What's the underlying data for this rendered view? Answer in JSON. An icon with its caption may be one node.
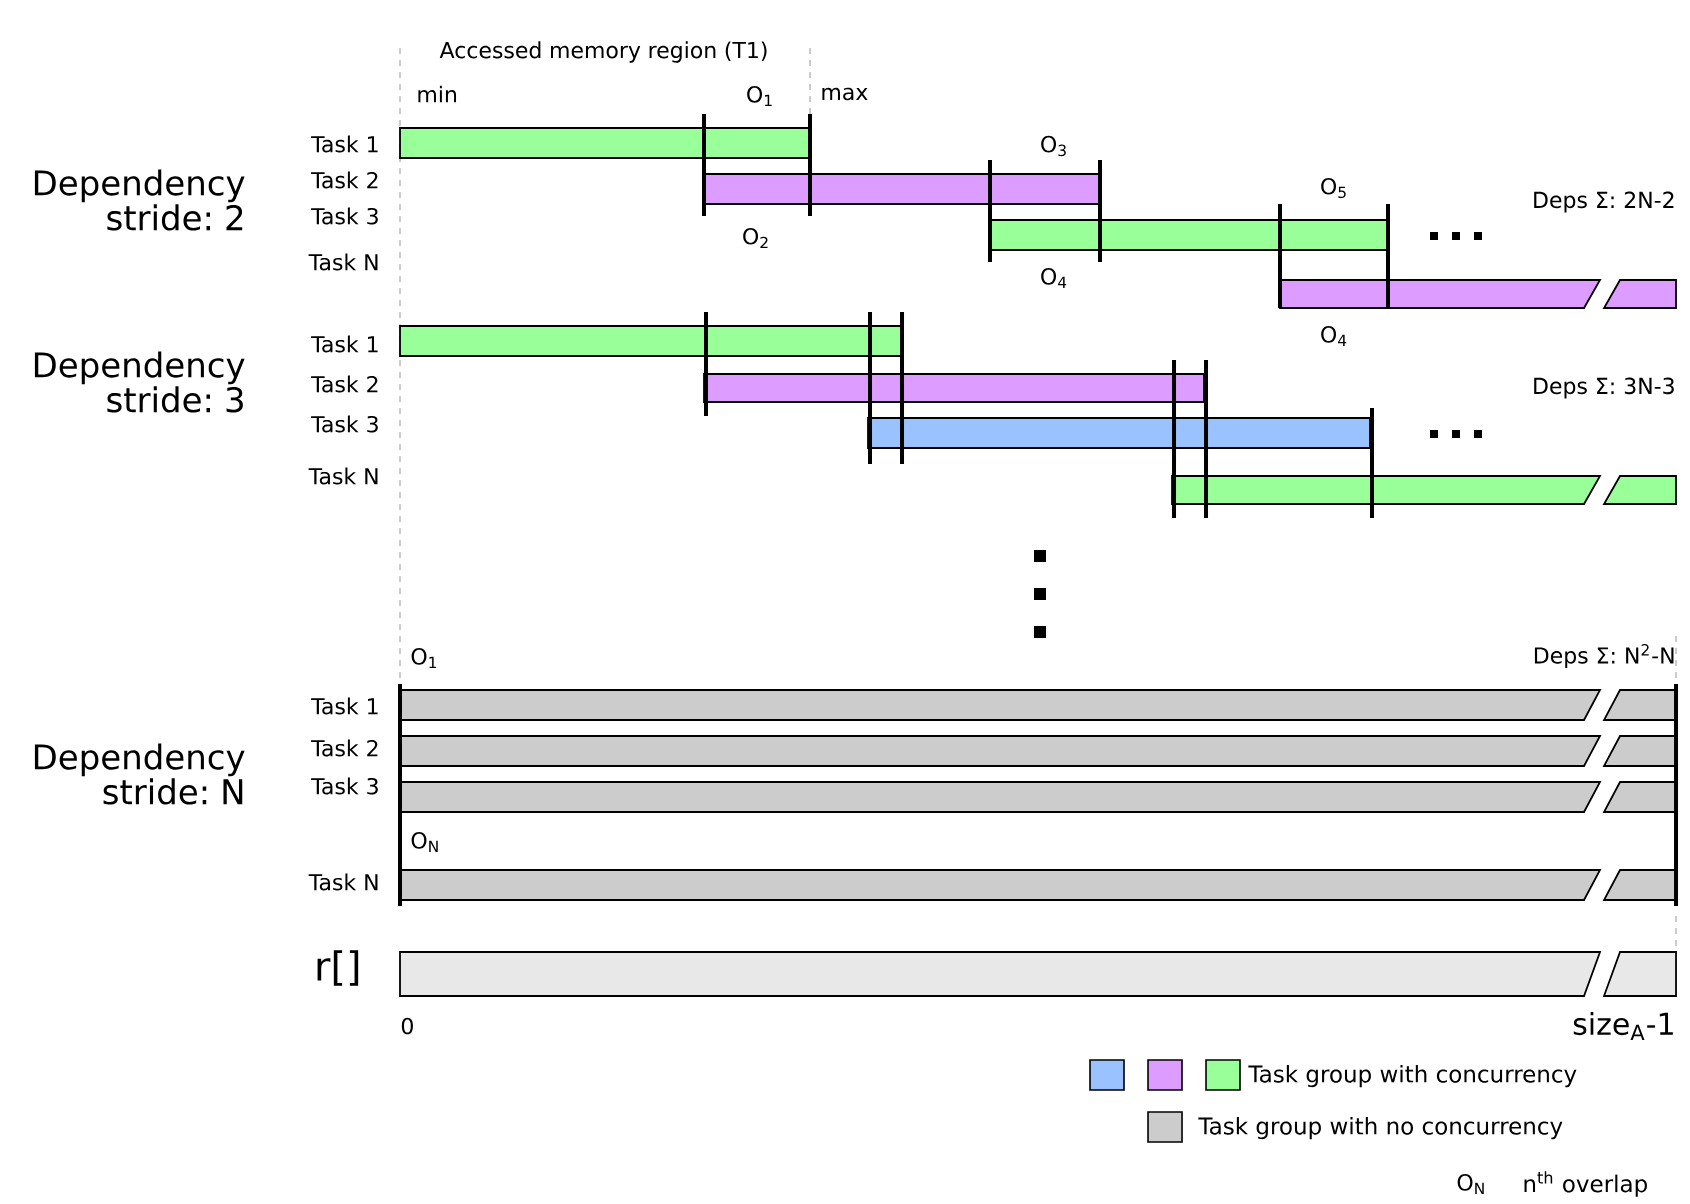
{
  "diagram": {
    "nodes": [
      {
        "text": [],
        "shape": "bar"
      },
      {
        "text": [],
        "shape": "bar"
      },
      {
        "text": [],
        "shape": "bar"
      },
      {
        "text": [],
        "shape": "bar"
      },
      {
        "text": [],
        "shape": "bar"
      },
      {
        "text": [],
        "shape": "bar"
      },
      {
        "text": [],
        "shape": "bar"
      },
      {
        "text": [],
        "shape": "bar"
      },
      {
        "text": [],
        "shape": "bar"
      },
      {
        "text": [],
        "shape": "bar"
      },
      {
        "text": [],
        "shape": "bar"
      },
      {
        "text": [],
        "shape": "bar"
      },
      {
        "text": [],
        "shape": "bar",
        "beside": [
          "r[]"
        ]
      }
    ],
    "labels": [
      "Accessed memory region (T1)",
      "min",
      "O$_{1}$",
      "max",
      "Dependency stride: 2",
      "O$_{3}$",
      "O$_{5}$",
      "Deps Σ: 2N-2",
      "O$_{2}$",
      "O$_{4}$",
      "O$_{4}$",
      "Dependency stride: 3",
      "Deps Σ: 3N-3",
      "O$_{1}$",
      "Deps Σ: N$^{2}$-N",
      "Dependency stride: N",
      "O$_{N}$",
      "0",
      "size$_{A}$-1",
      "O$_{N}$",
      "Task 1",
      "Task 2",
      "Task 3",
      "Task N",
      "Task 1",
      "Task 2",
      "Task 3",
      "Task N",
      "Task 1",
      "Task 2",
      "Task 3",
      "Task N"
    ],
    "legend": [
      {
        "text": "Task group with concurrency",
        "color": "#99ff99"
      },
      {
        "text": "Task group with no concurrency",
        "color": "#cccccc"
      },
      {
        "text": "n$^{th}$ overlap"
      }
    ]
  }
}
